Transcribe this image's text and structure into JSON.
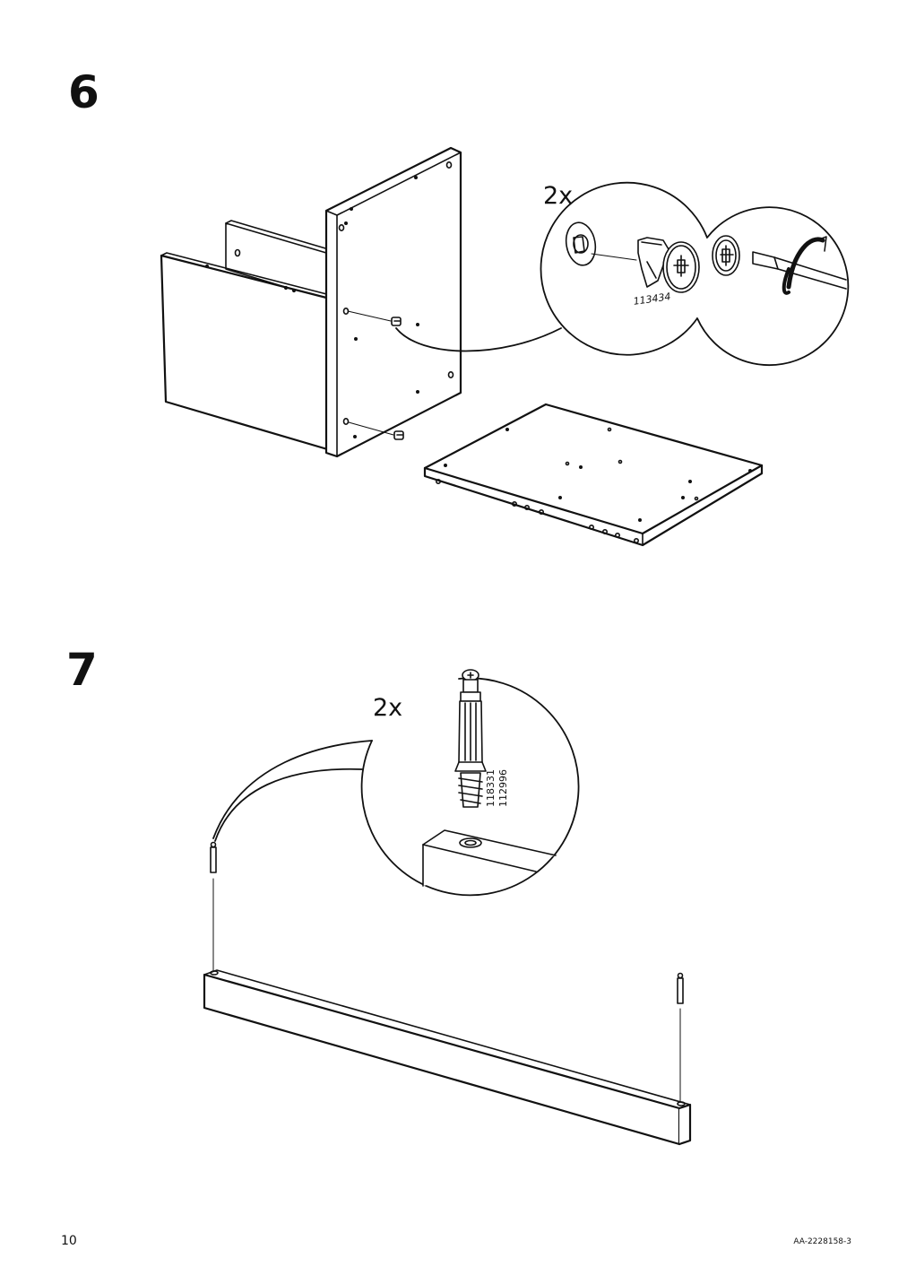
{
  "steps": [
    {
      "number": "6",
      "quantity": "2x",
      "part_number": "113434"
    },
    {
      "number": "7",
      "quantity": "2x",
      "part_numbers": [
        "118331",
        "112996"
      ]
    }
  ],
  "footer": {
    "page_number": "10",
    "document_code": "AA-2228158-3"
  }
}
